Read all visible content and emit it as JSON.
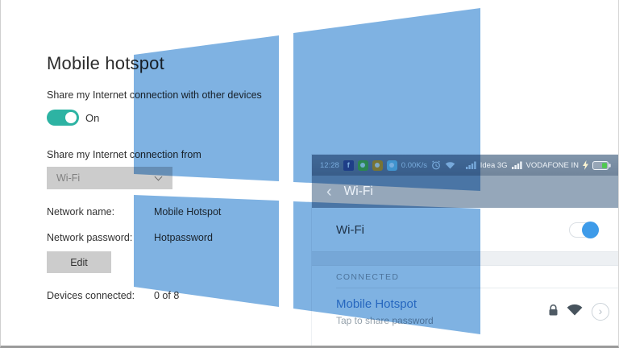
{
  "settings": {
    "title": "Mobile hotspot",
    "share_toggle_label": "Share my Internet connection with other devices",
    "share_toggle_state": "On",
    "share_from_label": "Share my Internet connection from",
    "share_from_value": "Wi-Fi",
    "rows": {
      "network_name_label": "Network name:",
      "network_name_value": "Mobile Hotspot",
      "network_password_label": "Network password:",
      "network_password_value": "Hotpassword"
    },
    "edit_button_label": "Edit",
    "devices_connected_label": "Devices connected:",
    "devices_connected_value": "0 of 8"
  },
  "phone": {
    "status_bar": {
      "time": "12:28",
      "network_speed": "0.00K/s",
      "sim1_carrier": "Idea 3G",
      "sim2_carrier": "VODAFONE IN"
    },
    "nav_bar": {
      "back_glyph": "‹",
      "title": "Wi-Fi"
    },
    "wifi_toggle_row": {
      "label": "Wi-Fi"
    },
    "connected_section_label": "CONNECTED",
    "connected_network": {
      "name": "Mobile Hotspot",
      "subtitle": "Tap to share password",
      "chevron_glyph": "›"
    }
  },
  "colors": {
    "windows_logo_blue": "#7FB2E2",
    "settings_toggle_on": "#2DB3A3",
    "phone_toggle_knob": "#3E9BE9",
    "connected_network_link": "#4B93D8",
    "dropdown_disabled_bg": "#CCCCCC"
  }
}
